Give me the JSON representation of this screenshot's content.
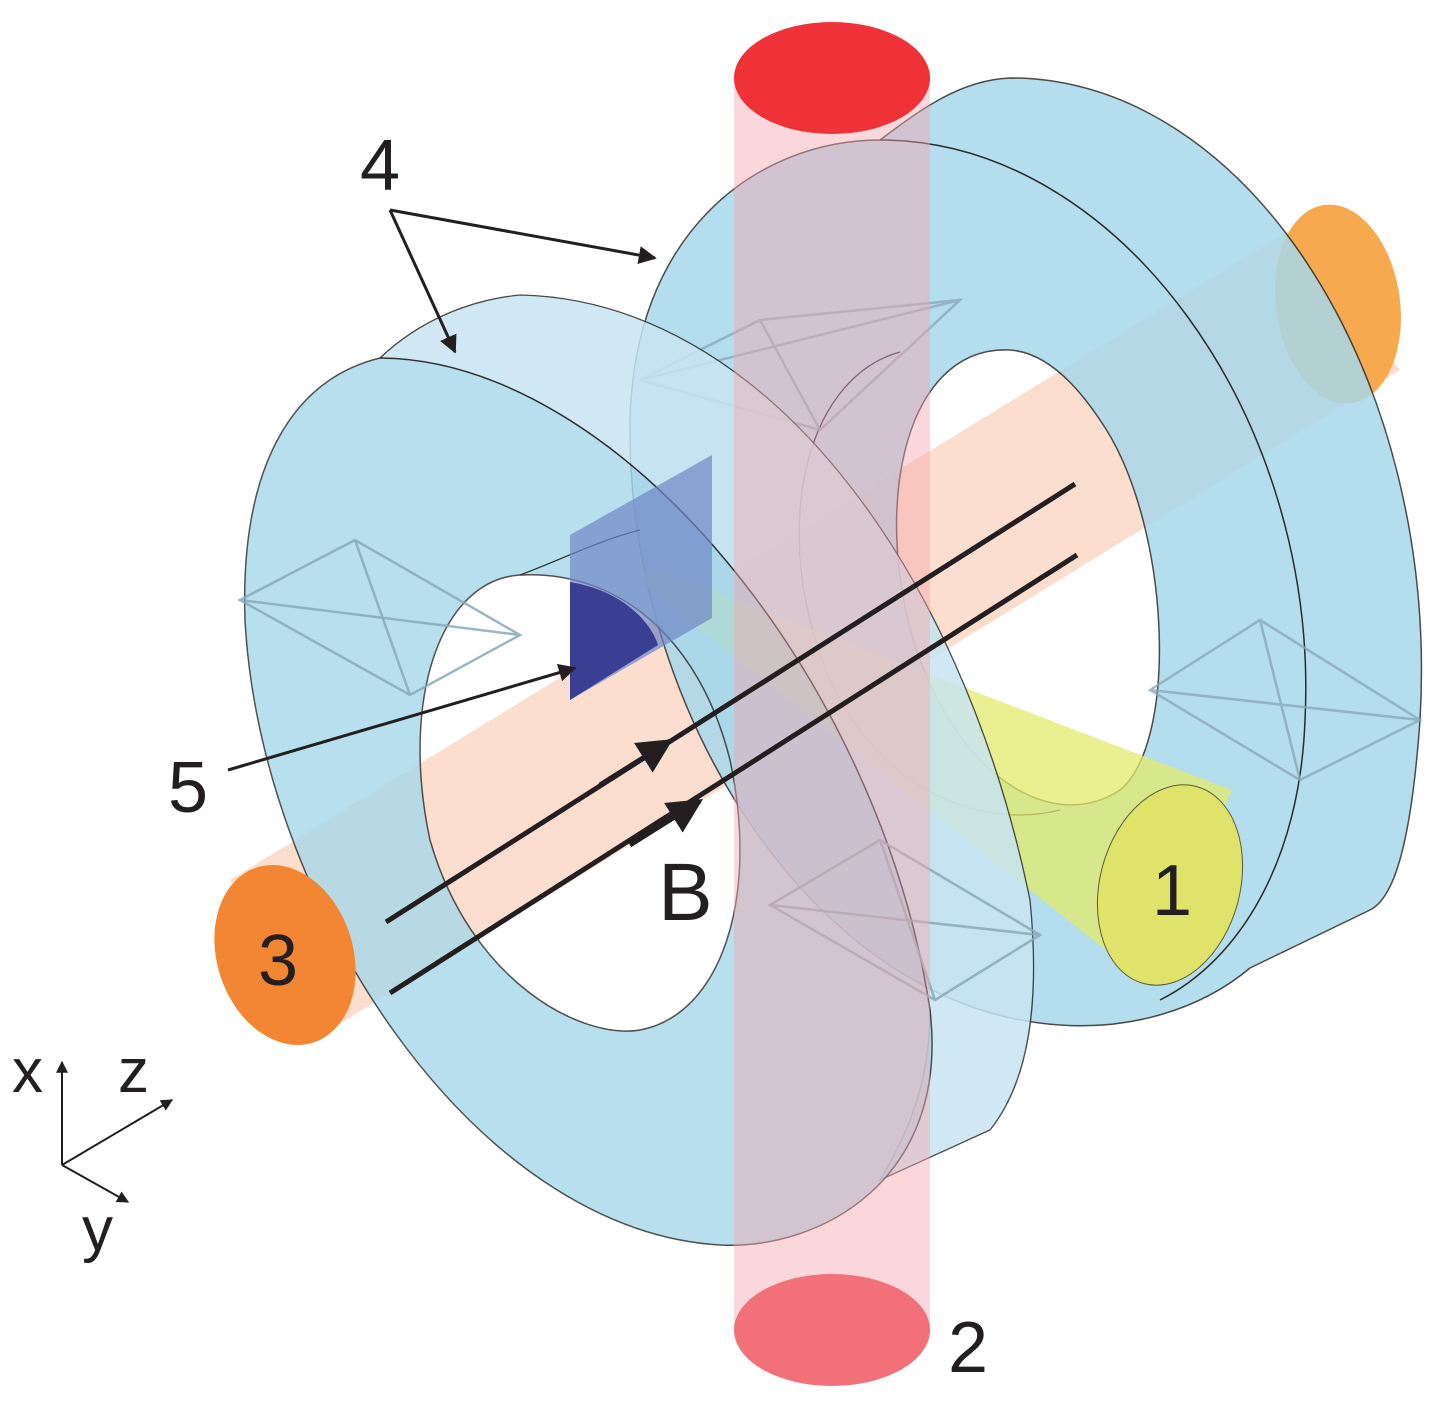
{
  "labels": {
    "beam1": "1",
    "beam2": "2",
    "beam3": "3",
    "coils": "4",
    "mirror": "5",
    "field": "B"
  },
  "axes": {
    "x": "x",
    "y": "y",
    "z": "z"
  },
  "colors": {
    "coil": "#a8d8ea",
    "beam_vertical": "#f4a6ad",
    "beam_vertical_cap": "#ee3237",
    "beam_horizontal": "#fbd3bd",
    "beam_horizontal_cap_left": "#f28633",
    "beam_horizontal_cap_right": "#f7a94f",
    "cone": "#e3ea6a",
    "mirror": "#3a3f94"
  }
}
